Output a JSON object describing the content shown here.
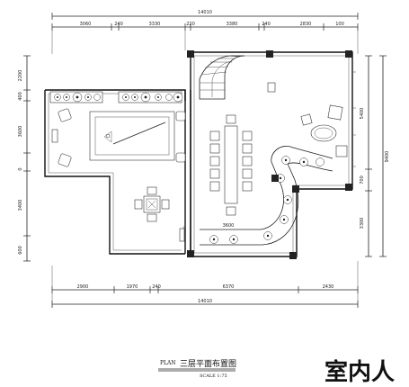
{
  "dimensions": {
    "top_total": "14010",
    "top_segments": [
      "3060",
      "240",
      "3330",
      "220",
      "3380",
      "240",
      "2830",
      "100"
    ],
    "bottom_total": "14010",
    "bottom_segments": [
      "2900",
      "1970",
      "240",
      "6370",
      "2430"
    ],
    "left_segments": [
      "2200",
      "400",
      "3600",
      "0",
      "3400",
      "600"
    ],
    "right_segments": [
      "5400",
      "700",
      "3300"
    ],
    "right_total": "9400"
  },
  "labels": {
    "room_width_dim": "3600"
  },
  "title_block": {
    "plan_word": "PLAN",
    "title": "三层平面布置图",
    "scale": "SCALE 1:75"
  },
  "watermark": "室内人"
}
